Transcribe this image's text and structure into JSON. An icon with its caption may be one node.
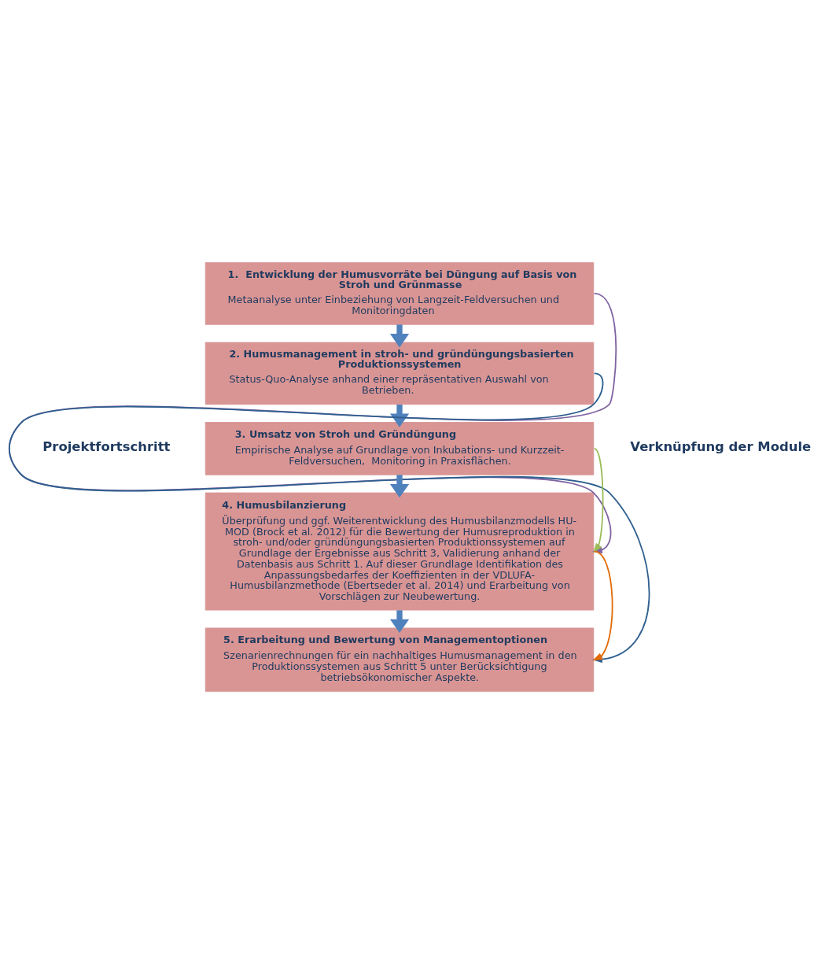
{
  "diagram": {
    "nodes": [
      {
        "text": [
          "1.  Entwicklung der Humusvorräte bei Düngung auf Basis von Stroh und Grünmasse",
          "Metaanalyse unter Einbeziehung von Langzeit-Feldversuchen und Monitoringdaten"
        ]
      },
      {
        "text": [
          "2. Humusmanagement in stroh- und gründüngungsbasierten Produktionssystemen",
          "Status-Quo-Analyse anhand einer repräsentativen Auswahl von Betrieben."
        ]
      },
      {
        "text": [
          "3. Umsatz von Stroh und Gründüngung",
          "Empirische Analyse auf Grundlage von Inkubations- und Kurzzeit-Feldversuchen,  Monitoring in Praxisflächen."
        ]
      },
      {
        "text": [
          "4. Humusbilanzierung",
          "Überprüfung und ggf. Weiterentwicklung des Humusbilanzmodells HU-MOD (Brock et al. 2012) für die Bewertung der Humusreproduktion in stroh- und/oder gründüngungsbasierten Produktionssystemen auf Grundlage der Ergebnisse aus Schritt 3, Validierung anhand der Datenbasis aus Schritt 1. Auf dieser Grundlage Identifikation des Anpassungsbedarfes der Koeffizienten in der VDLUFA-Humusbilanzmethode (Ebertseder et al. 2014) und Erarbeitung von Vorschlägen zur Neubewertung."
        ]
      },
      {
        "text": [
          "5. Erarbeitung und Bewertung von Managementoptionen",
          "Szenarienrechnungen für ein nachhaltiges Humusmanagement in den Produktionssystemen aus Schritt 5 unter Berücksichtigung betriebsökonomischer Aspekte."
        ]
      }
    ],
    "edges": [
      {
        "from": 0,
        "to": 1,
        "arrow": "to",
        "style": "thick",
        "color": "#4f81bd"
      },
      {
        "from": 1,
        "to": 2,
        "arrow": "to",
        "style": "thick",
        "color": "#4f81bd"
      },
      {
        "from": 2,
        "to": 3,
        "arrow": "to",
        "style": "thick",
        "color": "#4f81bd"
      },
      {
        "from": 3,
        "to": 4,
        "arrow": "to",
        "style": "thick",
        "color": "#4f81bd"
      },
      {
        "from": 0,
        "to": 3,
        "arrow": "to",
        "color": "#8064a2"
      },
      {
        "from": 1,
        "to": 4,
        "arrow": "to",
        "color": "#2f5f8f"
      },
      {
        "from": 2,
        "to": 3,
        "arrow": "to",
        "color": "#9bbb59"
      },
      {
        "from": 3,
        "to": 4,
        "arrow": "to",
        "color": "#e36c09"
      }
    ],
    "labels": [
      "Projektfortschritt",
      "Verknüpfung der Module"
    ]
  }
}
